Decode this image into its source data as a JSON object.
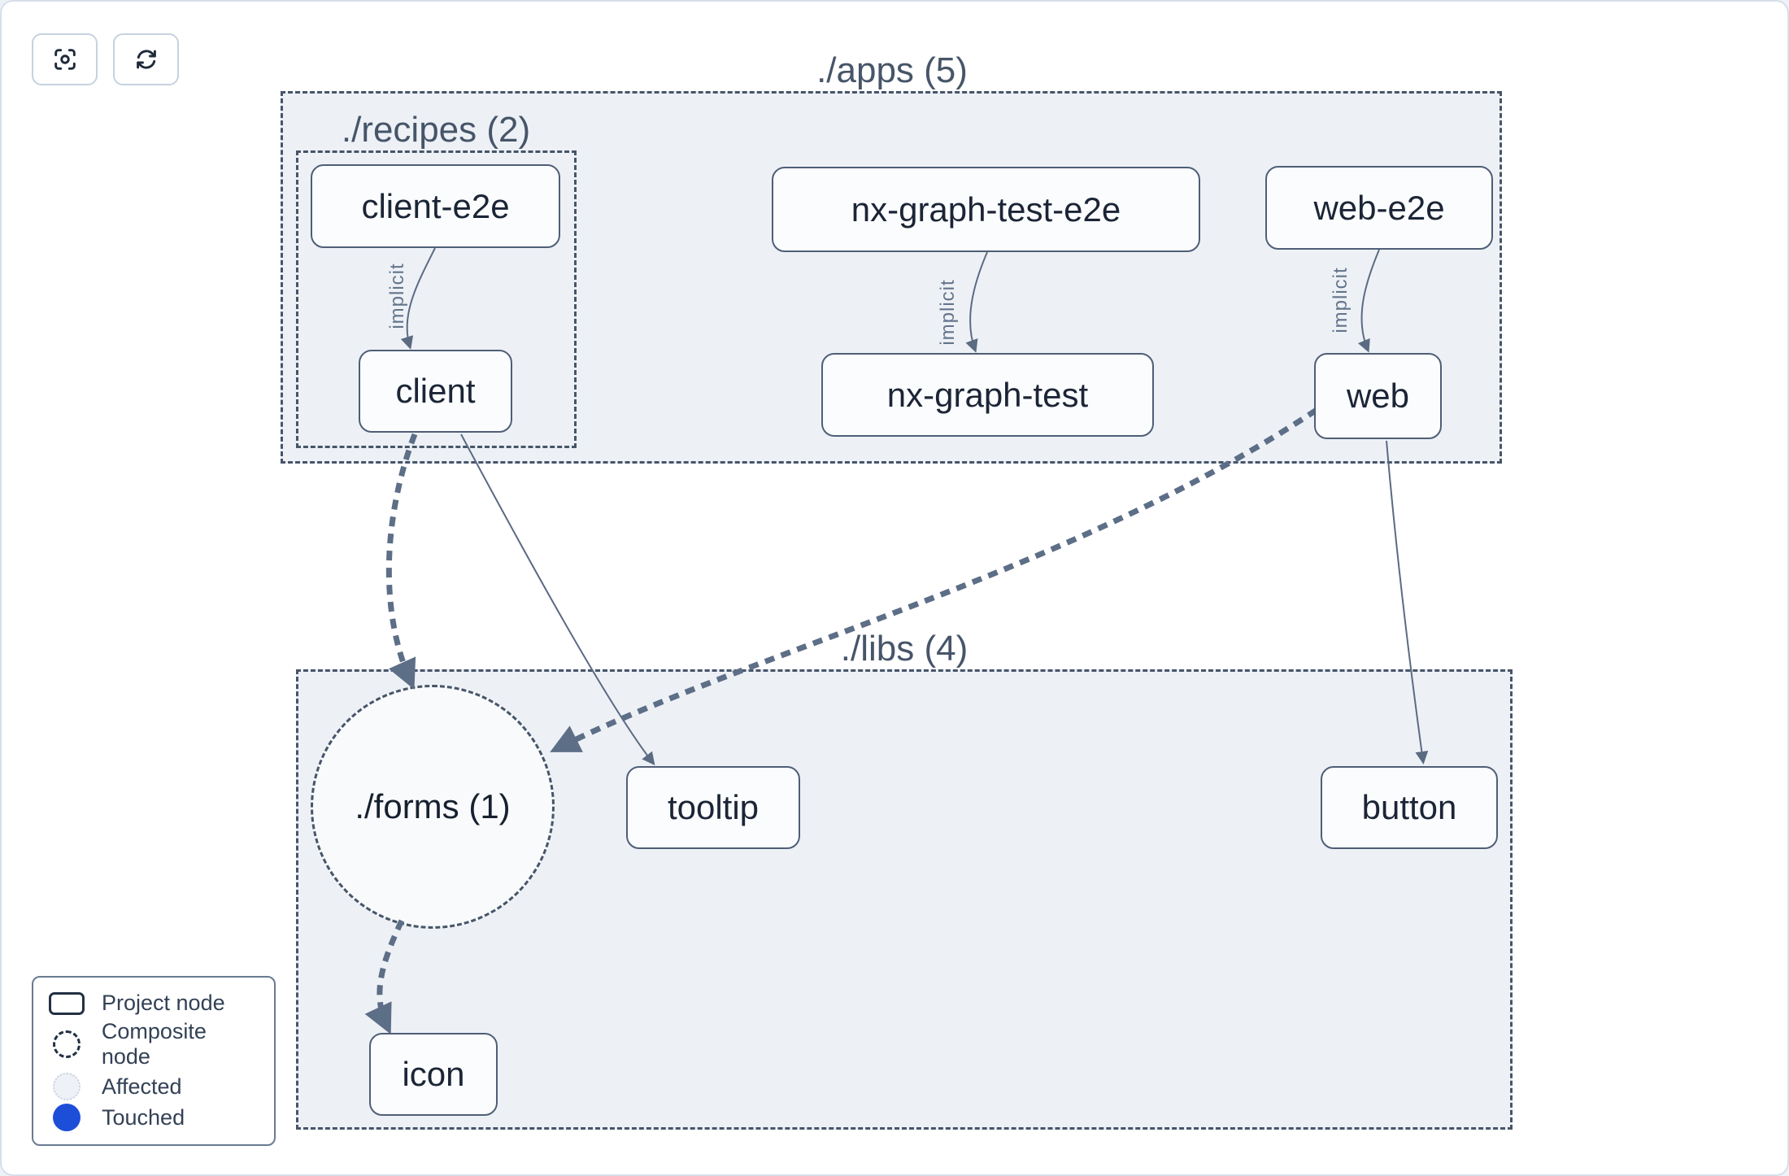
{
  "toolbar": {
    "buttons": [
      {
        "name": "zoom-to-fit",
        "icon": "focus-icon"
      },
      {
        "name": "refresh",
        "icon": "refresh-icon"
      }
    ]
  },
  "groups": {
    "apps": {
      "label": "./apps (5)",
      "count": 5
    },
    "recipes": {
      "label": "./recipes (2)",
      "count": 2
    },
    "libs": {
      "label": "./libs (4)",
      "count": 4
    }
  },
  "composite": {
    "forms": {
      "label": "./forms (1)",
      "count": 1
    }
  },
  "nodes": {
    "client_e2e": {
      "label": "client-e2e"
    },
    "nx_graph_test_e2e": {
      "label": "nx-graph-test-e2e"
    },
    "web_e2e": {
      "label": "web-e2e"
    },
    "client": {
      "label": "client"
    },
    "nx_graph_test": {
      "label": "nx-graph-test"
    },
    "web": {
      "label": "web"
    },
    "tooltip": {
      "label": "tooltip"
    },
    "button": {
      "label": "button"
    },
    "icon": {
      "label": "icon"
    }
  },
  "edges": {
    "list": [
      {
        "from": "client-e2e",
        "to": "client",
        "label": "implicit",
        "style": "solid-thin"
      },
      {
        "from": "nx-graph-test-e2e",
        "to": "nx-graph-test",
        "label": "implicit",
        "style": "solid-thin"
      },
      {
        "from": "web-e2e",
        "to": "web",
        "label": "implicit",
        "style": "solid-thin"
      },
      {
        "from": "client",
        "to": "./forms (1)",
        "label": "",
        "style": "dashed-thick"
      },
      {
        "from": "client",
        "to": "tooltip",
        "label": "",
        "style": "solid-thin"
      },
      {
        "from": "web",
        "to": "./forms (1)",
        "label": "",
        "style": "dashed-thick"
      },
      {
        "from": "web",
        "to": "button",
        "label": "",
        "style": "solid-thin"
      },
      {
        "from": "./forms (1)",
        "to": "icon",
        "label": "",
        "style": "dashed-thick"
      }
    ]
  },
  "legend": {
    "items": [
      {
        "label": "Project node"
      },
      {
        "label": "Composite node"
      },
      {
        "label": "Affected"
      },
      {
        "label": "Touched"
      }
    ],
    "touched_style": "background:#1d4ed8"
  },
  "colors": {
    "touched_blue": "#1d4ed8",
    "container_fill": "#edf1f6",
    "container_border": "#475569",
    "node_border": "#4f5e76",
    "node_text": "#1b2536",
    "edge": "#5d6e87",
    "group_label_text": "#475569",
    "legend_text": "#334155"
  }
}
